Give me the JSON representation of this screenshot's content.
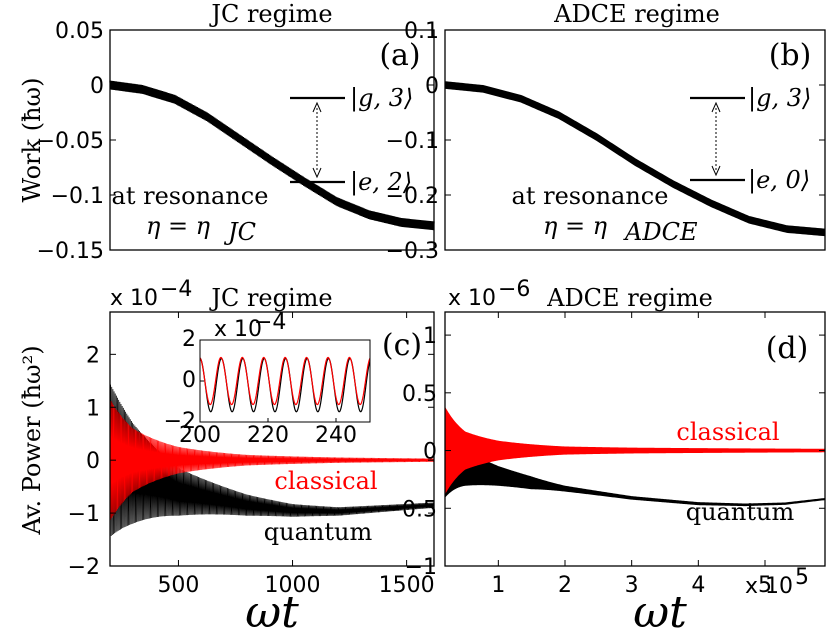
{
  "chart_data": [
    {
      "panel": "(a)",
      "type": "line",
      "title": "JC regime",
      "ylabel": "Work (ħω)",
      "ylim": [
        -0.15,
        0.05
      ],
      "yticks": [
        0.05,
        0,
        -0.05,
        -0.1,
        -0.15
      ],
      "ytick_labels": [
        "0.05",
        "0",
        "−0.05",
        "−0.1",
        "−0.15"
      ],
      "series": [
        {
          "color": "#000000",
          "x": [
            0,
            0.1,
            0.2,
            0.3,
            0.4,
            0.5,
            0.6,
            0.7,
            0.8,
            0.9,
            1.0
          ],
          "y": [
            0.0,
            -0.004,
            -0.013,
            -0.029,
            -0.049,
            -0.069,
            -0.088,
            -0.106,
            -0.118,
            -0.125,
            -0.128
          ],
          "oscillation_amplitude": 0.004
        }
      ],
      "annotations": [
        "at resonance",
        "η = η",
        "JC",
        "(a)"
      ],
      "levels": [
        "|g, 3⟩",
        "|e, 2⟩"
      ]
    },
    {
      "panel": "(b)",
      "type": "line",
      "title": "ADCE regime",
      "ylim": [
        -0.3,
        0.1
      ],
      "yticks": [
        0.1,
        0,
        -0.1,
        -0.2,
        -0.3
      ],
      "ytick_labels": [
        "0.1",
        "0",
        "−0.1",
        "−0.2",
        "−0.3"
      ],
      "series": [
        {
          "color": "#000000",
          "x": [
            0,
            0.1,
            0.2,
            0.3,
            0.4,
            0.5,
            0.6,
            0.7,
            0.8,
            0.9,
            1.0
          ],
          "y": [
            0.0,
            -0.007,
            -0.025,
            -0.055,
            -0.095,
            -0.14,
            -0.18,
            -0.215,
            -0.245,
            -0.262,
            -0.268
          ],
          "oscillation_amplitude": 0.006
        }
      ],
      "annotations": [
        "at resonance",
        "η = η",
        "ADCE",
        "(b)"
      ],
      "levels": [
        "|g, 3⟩",
        "|e, 0⟩"
      ]
    },
    {
      "panel": "(c)",
      "type": "line",
      "title": "JC regime",
      "ylabel": "Av. Power (ħω²)",
      "xlabel": "ωt",
      "multiplier": "x 10",
      "multiplier_exp": "−4",
      "xlim": [
        200,
        1620
      ],
      "ylim": [
        -2,
        2.8
      ],
      "xticks": [
        500,
        1000,
        1500
      ],
      "xtick_labels": [
        "500",
        "1000",
        "1500"
      ],
      "yticks": [
        2,
        1,
        0,
        -1,
        -2
      ],
      "ytick_labels": [
        "2",
        "1",
        "0",
        "−1",
        "−2"
      ],
      "series": [
        {
          "name": "classical",
          "color": "#ff0000",
          "x": [
            200,
            300,
            500,
            800,
            1200,
            1620
          ],
          "y": [
            0,
            0,
            0,
            0,
            0,
            0
          ],
          "envelope": [
            1.15,
            0.6,
            0.25,
            0.1,
            0.05,
            0.03
          ]
        },
        {
          "name": "quantum",
          "color": "#000000",
          "x": [
            200,
            300,
            500,
            800,
            1000,
            1200,
            1620
          ],
          "y": [
            0,
            -0.25,
            -0.6,
            -0.85,
            -0.95,
            -0.97,
            -0.85
          ],
          "envelope": [
            1.45,
            0.95,
            0.45,
            0.2,
            0.12,
            0.08,
            0.05
          ]
        }
      ],
      "inset": {
        "xlim": [
          200,
          250
        ],
        "ylim": [
          -2,
          2
        ],
        "xticks": [
          200,
          220,
          240
        ],
        "yticks": [
          2,
          0,
          -2
        ],
        "ytick_labels": [
          "2",
          "0",
          "−2"
        ],
        "multiplier": "x 10",
        "multiplier_exp": "−4",
        "red_amplitude": 1.15,
        "black_amplitude": 1.3,
        "black_offset": -0.2,
        "period": 6.3
      },
      "annotations": [
        "(c)"
      ]
    },
    {
      "panel": "(d)",
      "type": "line",
      "title": "ADCE regime",
      "xlabel": "ωt",
      "multiplier": "x 10",
      "multiplier_exp": "−6",
      "x_multiplier": "x 10",
      "x_multiplier_exp": "5",
      "xlim": [
        0.2,
        5.9
      ],
      "ylim": [
        -1,
        1.2
      ],
      "xticks": [
        1,
        2,
        3,
        4,
        5
      ],
      "xtick_labels": [
        "1",
        "2",
        "3",
        "4",
        "5"
      ],
      "yticks": [
        1,
        0.5,
        0,
        -0.5,
        -1
      ],
      "ytick_labels": [
        "1",
        "0.5",
        "0",
        "−0.5",
        "−1"
      ],
      "series": [
        {
          "name": "classical",
          "color": "#ff0000",
          "x": [
            0.2,
            0.5,
            1,
            2,
            3,
            5.9
          ],
          "y": [
            0,
            0,
            0,
            0,
            0,
            0
          ],
          "envelope": [
            0.37,
            0.16,
            0.08,
            0.03,
            0.02,
            0.01
          ]
        },
        {
          "name": "quantum",
          "color": "#000000",
          "x": [
            0.2,
            0.5,
            1,
            1.5,
            2,
            3,
            4,
            4.7,
            5.3,
            5.9
          ],
          "y": [
            -0.05,
            -0.15,
            -0.22,
            -0.28,
            -0.33,
            -0.41,
            -0.46,
            -0.47,
            -0.46,
            -0.42
          ],
          "envelope": [
            0.35,
            0.15,
            0.08,
            0.05,
            0.02,
            0.01,
            0.008,
            0.006,
            0.005,
            0.004
          ]
        }
      ],
      "annotations": [
        "(d)"
      ]
    }
  ]
}
